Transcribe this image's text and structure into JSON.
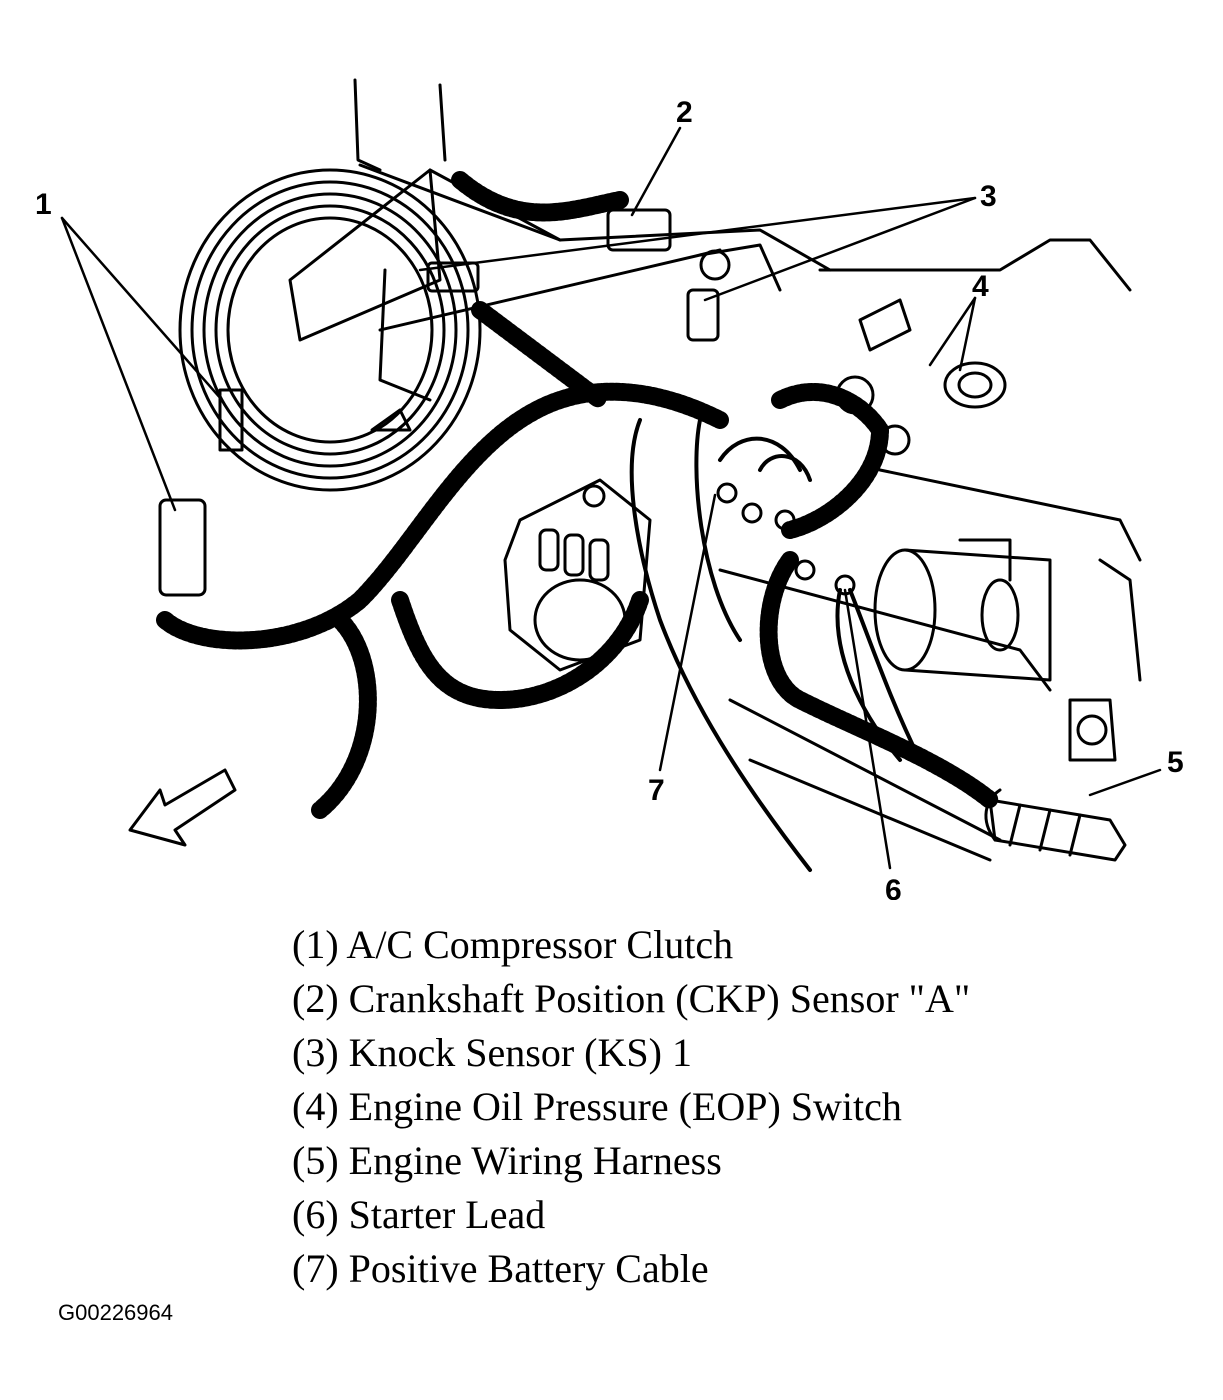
{
  "callouts": [
    {
      "num": "1"
    },
    {
      "num": "2"
    },
    {
      "num": "3"
    },
    {
      "num": "4"
    },
    {
      "num": "5"
    },
    {
      "num": "6"
    },
    {
      "num": "7"
    }
  ],
  "legend": [
    "(1) A/C Compressor Clutch",
    "(2) Crankshaft Position (CKP) Sensor \"A\"",
    "(3) Knock Sensor (KS) 1",
    "(4) Engine Oil Pressure (EOP) Switch",
    "(5) Engine Wiring Harness",
    "(6) Starter Lead",
    "(7) Positive Battery Cable"
  ],
  "figure_id": "G00226964"
}
